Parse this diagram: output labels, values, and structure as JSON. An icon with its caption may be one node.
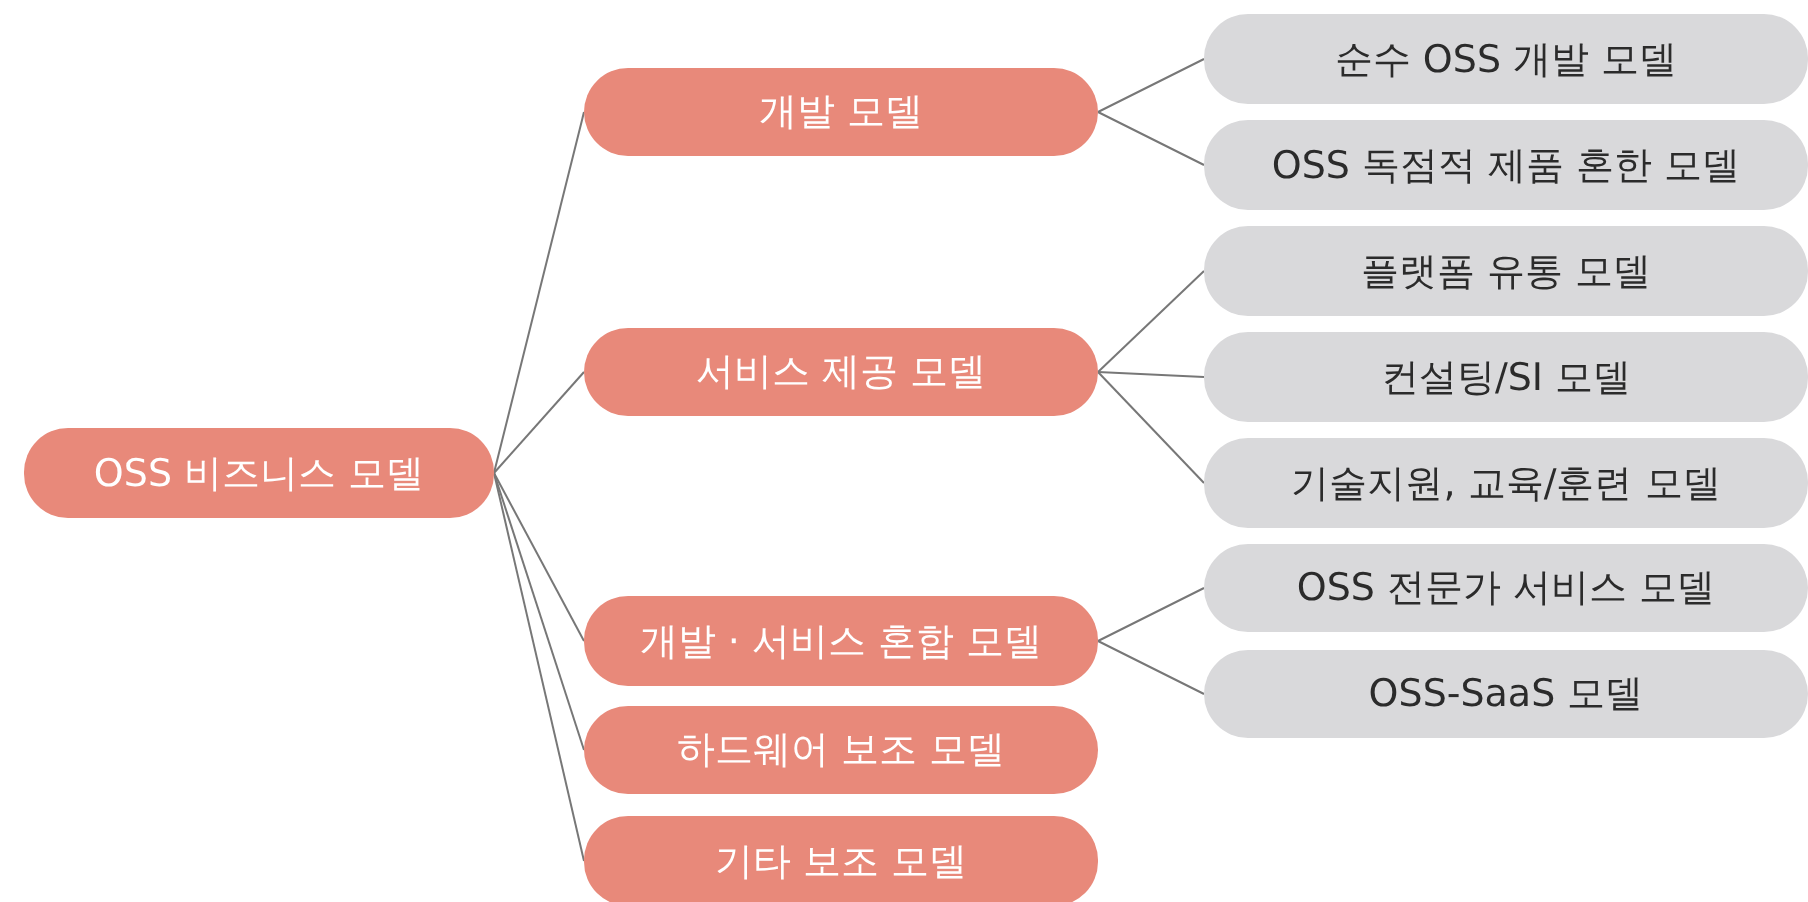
{
  "diagram": {
    "nodes": [
      {
        "text": [
          "OSS 비즈니스 모델"
        ]
      },
      {
        "text": [
          "개발 모델"
        ]
      },
      {
        "text": [
          "순수 OSS 개발 모델"
        ]
      },
      {
        "text": [
          "OSS 독점적 제품 혼한 모델"
        ]
      },
      {
        "text": [
          "서비스 제공 모델"
        ]
      },
      {
        "text": [
          "플랫폼 유통 모델"
        ]
      },
      {
        "text": [
          "컨설팅/SI 모델"
        ]
      },
      {
        "text": [
          "기술지원, 교육/훈련 모델"
        ]
      },
      {
        "text": [
          "개발 · 서비스 혼합 모델"
        ]
      },
      {
        "text": [
          "OSS 전문가 서비스 모델"
        ]
      },
      {
        "text": [
          "OSS-SaaS 모델"
        ]
      },
      {
        "text": [
          "하드웨어 보조 모델"
        ]
      },
      {
        "text": [
          "기타 보조 모델"
        ]
      }
    ],
    "edges": [
      {
        "from": 0,
        "to": 1,
        "arrow": "none"
      },
      {
        "from": 0,
        "to": 4,
        "arrow": "none"
      },
      {
        "from": 0,
        "to": 8,
        "arrow": "none"
      },
      {
        "from": 0,
        "to": 11,
        "arrow": "none"
      },
      {
        "from": 0,
        "to": 12,
        "arrow": "none"
      },
      {
        "from": 1,
        "to": 2,
        "arrow": "none"
      },
      {
        "from": 1,
        "to": 3,
        "arrow": "none"
      },
      {
        "from": 4,
        "to": 5,
        "arrow": "none"
      },
      {
        "from": 4,
        "to": 6,
        "arrow": "none"
      },
      {
        "from": 4,
        "to": 7,
        "arrow": "none"
      },
      {
        "from": 8,
        "to": 9,
        "arrow": "none"
      },
      {
        "from": 8,
        "to": 10,
        "arrow": "none"
      }
    ]
  }
}
